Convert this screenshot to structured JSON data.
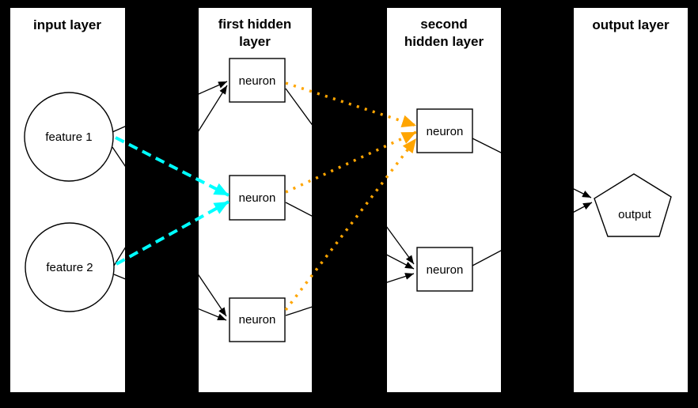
{
  "colors": {
    "background": "#000000",
    "panel_background": "#ffffff",
    "node_border": "#000000",
    "highlight_cyan": "#00ffff",
    "highlight_orange": "#ffa500",
    "edge_black": "#000000"
  },
  "layers": {
    "input": {
      "title_lines": [
        "input layer"
      ],
      "nodes": [
        {
          "label": "feature 1",
          "shape": "circle"
        },
        {
          "label": "feature 2",
          "shape": "circle"
        }
      ]
    },
    "first_hidden": {
      "title_lines": [
        "first hidden",
        "layer"
      ],
      "nodes": [
        {
          "label": "neuron",
          "shape": "box"
        },
        {
          "label": "neuron",
          "shape": "box",
          "highlight": "cyan"
        },
        {
          "label": "neuron",
          "shape": "box"
        }
      ]
    },
    "second_hidden": {
      "title_lines": [
        "second",
        "hidden layer"
      ],
      "nodes": [
        {
          "label": "neuron",
          "shape": "box",
          "highlight": "orange"
        },
        {
          "label": "neuron",
          "shape": "box"
        }
      ]
    },
    "output": {
      "title_lines": [
        "output layer"
      ],
      "nodes": [
        {
          "label": "output",
          "shape": "pentagon"
        }
      ]
    }
  },
  "edges": [
    {
      "from": "feature 1",
      "to": "first hidden neuron (top)",
      "style": "solid",
      "color": "black"
    },
    {
      "from": "feature 1",
      "to": "first hidden neuron (middle)",
      "style": "dashed",
      "color": "cyan"
    },
    {
      "from": "feature 1",
      "to": "first hidden neuron (bottom)",
      "style": "solid",
      "color": "black"
    },
    {
      "from": "feature 2",
      "to": "first hidden neuron (top)",
      "style": "solid",
      "color": "black"
    },
    {
      "from": "feature 2",
      "to": "first hidden neuron (middle)",
      "style": "dashed",
      "color": "cyan"
    },
    {
      "from": "feature 2",
      "to": "first hidden neuron (bottom)",
      "style": "solid",
      "color": "black"
    },
    {
      "from": "first hidden neuron (top)",
      "to": "second hidden neuron (top)",
      "style": "dotted",
      "color": "orange"
    },
    {
      "from": "first hidden neuron (top)",
      "to": "second hidden neuron (bottom)",
      "style": "solid",
      "color": "black"
    },
    {
      "from": "first hidden neuron (middle)",
      "to": "second hidden neuron (top)",
      "style": "dotted",
      "color": "orange"
    },
    {
      "from": "first hidden neuron (middle)",
      "to": "second hidden neuron (bottom)",
      "style": "solid",
      "color": "black"
    },
    {
      "from": "first hidden neuron (bottom)",
      "to": "second hidden neuron (top)",
      "style": "dotted",
      "color": "orange"
    },
    {
      "from": "first hidden neuron (bottom)",
      "to": "second hidden neuron (bottom)",
      "style": "solid",
      "color": "black"
    },
    {
      "from": "second hidden neuron (top)",
      "to": "output",
      "style": "solid",
      "color": "black"
    },
    {
      "from": "second hidden neuron (bottom)",
      "to": "output",
      "style": "solid",
      "color": "black"
    }
  ]
}
